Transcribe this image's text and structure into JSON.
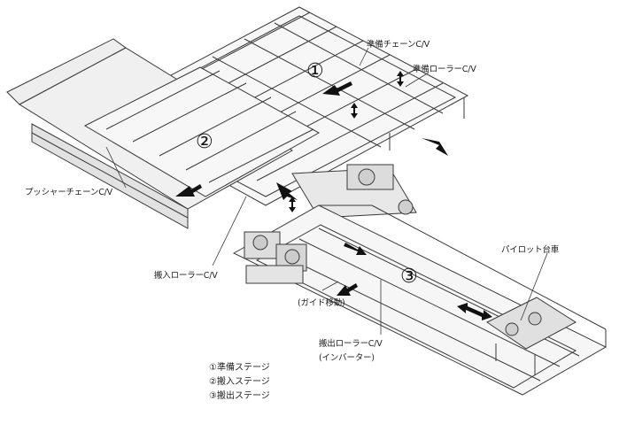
{
  "labels": {
    "prep_chain": "準備チェーンC/V",
    "prep_roller": "準備ローラーC/V",
    "pusher_chain": "プッシャーチェーンC/V",
    "carry_in_roller": "搬入ローラーC/V",
    "guide_move": "(ガイド移動)",
    "carry_out_roller": "搬出ローラーC/V",
    "inverter": "(インバーター)",
    "pilot_cart": "パイロット台車"
  },
  "stage_numbers": {
    "s1": "①",
    "s2": "②",
    "s3": "③"
  },
  "legend": [
    "①準備ステージ",
    "②搬入ステージ",
    "③搬出ステージ"
  ],
  "colors": {
    "line": "#3a3a3a",
    "fill": "#f2f2f2",
    "arrow": "#111111"
  }
}
